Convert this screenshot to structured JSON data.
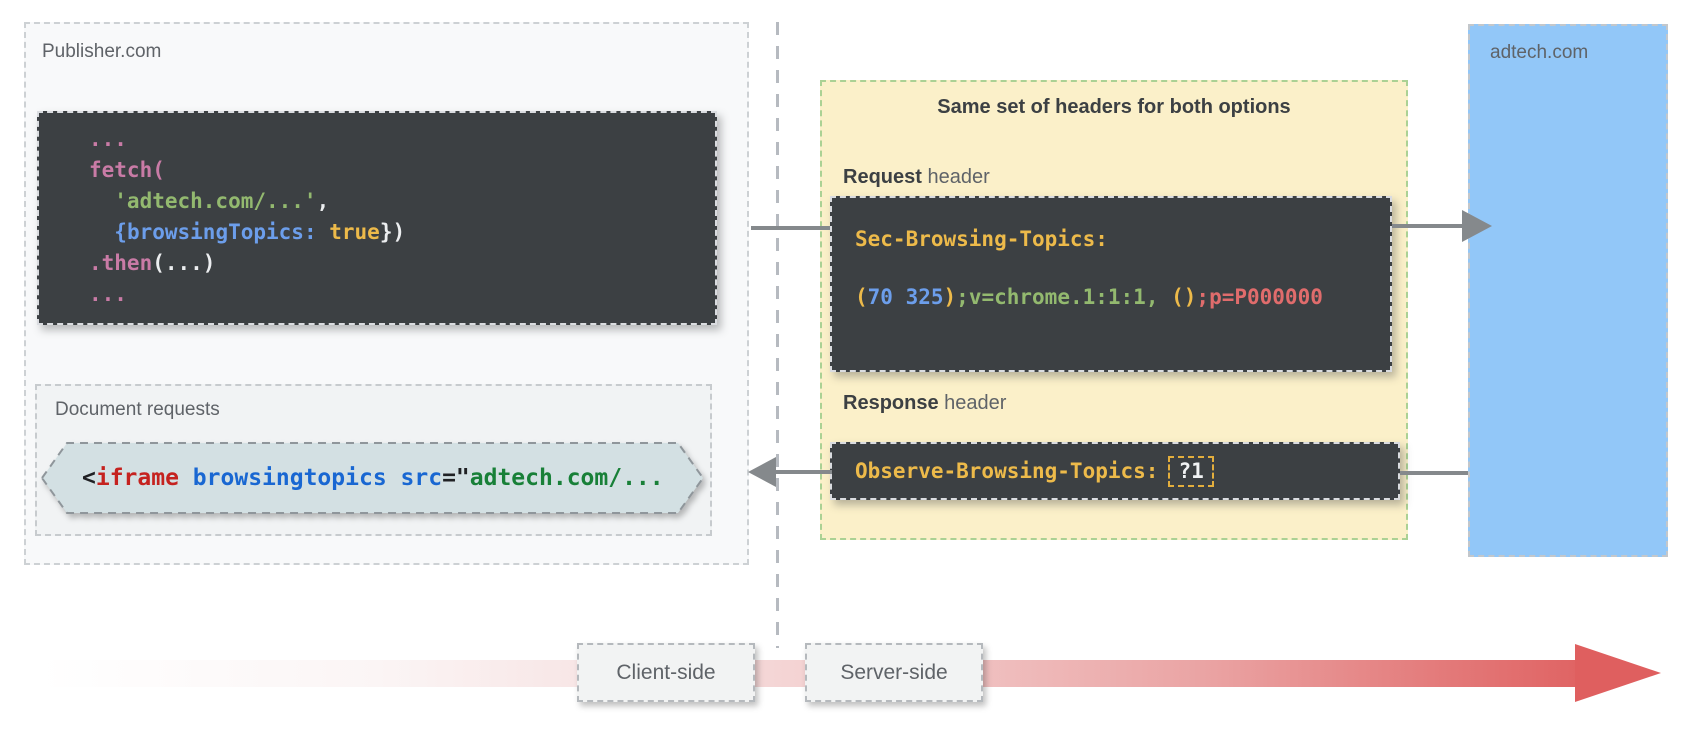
{
  "publisher": {
    "label": "Publisher.com",
    "fetch_code": {
      "l1": "...",
      "l2_fn": "fetch(",
      "l3_str": "  'adtech.com/...'",
      "l3_comma": ",",
      "l4_indent": "  ",
      "l4_prop": "{browsingTopics:",
      "l4_val": " true",
      "l4_close": "})",
      "l5_fn": ".then",
      "l5_rest": "(...)",
      "l6": "..."
    },
    "document_requests": {
      "label": "Document requests",
      "lt": "<",
      "tag": "iframe",
      "attr": " browsingtopics ",
      "src": "src",
      "eq": "=\"",
      "url": "adtech.com/..."
    }
  },
  "headers_panel": {
    "title": "Same set of headers for both options",
    "request_label": {
      "bold": "Request",
      "rest": " header"
    },
    "request_code": {
      "name": "Sec-Browsing-Topics:",
      "v1_paren": "(",
      "v2_nums": "70 325",
      "v3_paren": ")",
      "v4_green": ";v=chrome.1:1:1,",
      "v5_space": " ",
      "v6_parens": "()",
      "v7_red": ";p=P000000"
    },
    "response_label": {
      "bold": "Response",
      "rest": " header"
    },
    "response_code": {
      "name": "Observe-Browsing-Topics:",
      "value": "?1"
    }
  },
  "adtech": {
    "label": "adtech.com"
  },
  "timeline": {
    "client_label": "Client-side",
    "server_label": "Server-side"
  },
  "colors": {
    "code_bg": "#3c4043",
    "code_rose": "#c97ba6",
    "code_green": "#93b96f",
    "code_blue": "#6c9eeb",
    "code_yellow": "#edba4a",
    "code_red": "#e06c6c",
    "code_white": "#eceef0",
    "iframe_red": "#c5221f",
    "iframe_blue": "#1967d2",
    "iframe_green": "#188038",
    "publisher_bg": "#f8f9fa",
    "document_bg": "#f1f3f4",
    "hexagon_bg": "#d3e0e3",
    "headers_bg": "#fbf0c9",
    "headers_border": "#abd194",
    "adtech_bg": "#92c7f8",
    "arrow_gray": "#85898c",
    "timeline_red": "#df5f5f"
  }
}
